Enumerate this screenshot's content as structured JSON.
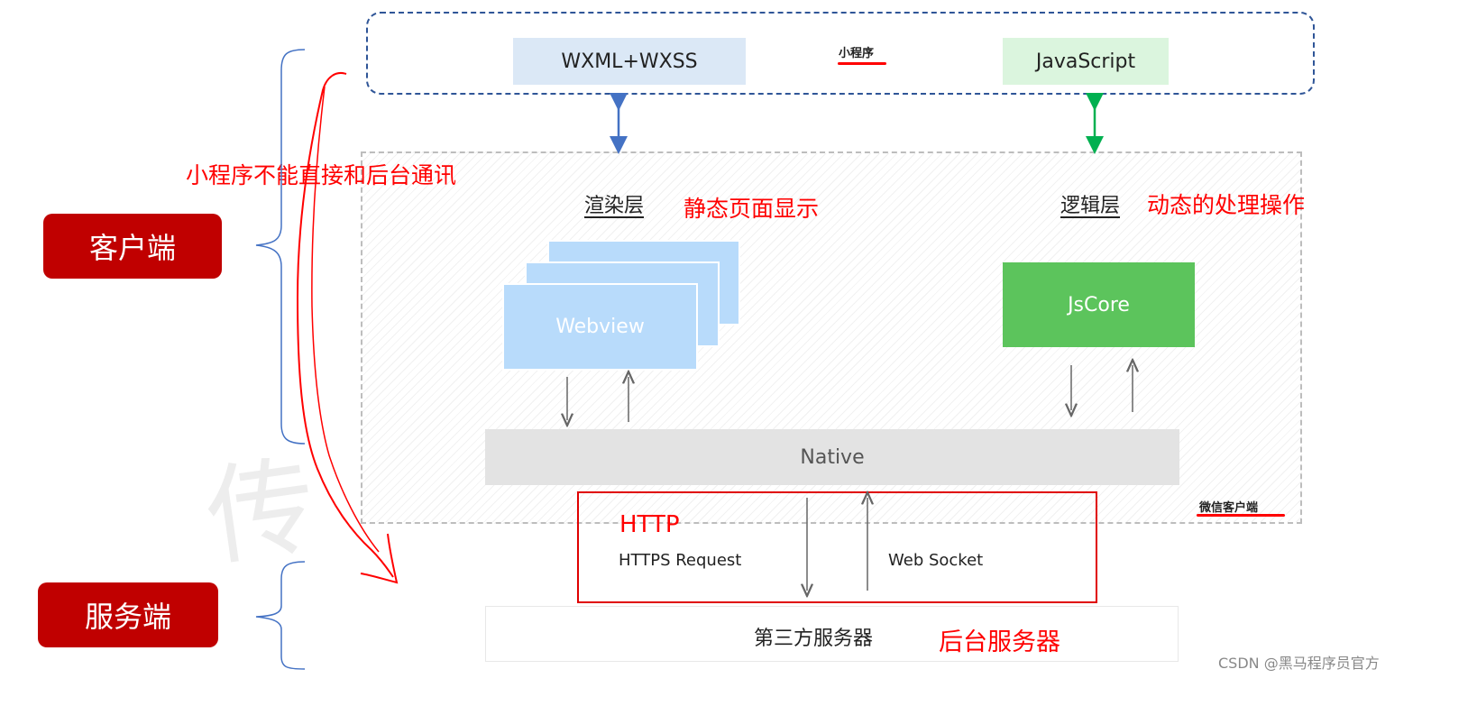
{
  "client": {
    "label": "客户端",
    "mini_program_label": "小程序",
    "wxml": "WXML+WXSS",
    "javascript": "JavaScript",
    "render_layer": "渲染层",
    "render_note": "静态页面显示",
    "logic_layer": "逻辑层",
    "logic_note": "动态的处理操作",
    "webview": "Webview",
    "jscore": "JsCore",
    "native": "Native",
    "wechat_client": "微信客户端"
  },
  "annotation": {
    "no_direct": "小程序不能直接和后台通讯"
  },
  "network": {
    "http": "HTTP",
    "https_request": "HTTPS Request",
    "web_socket": "Web Socket"
  },
  "server": {
    "label": "服务端",
    "third_party": "第三方服务器",
    "backend_note": "后台服务器"
  },
  "watermark": {
    "text": "CSDN @黑马程序员官方",
    "faint_char": "传"
  },
  "colors": {
    "side_label_bg": "#c00000",
    "annotation_red": "#ff0000",
    "arrow_blue": "#4472c4",
    "arrow_green": "#00b050",
    "jscore_green": "#5cc45c",
    "webview_blue": "#b8dbfb"
  }
}
